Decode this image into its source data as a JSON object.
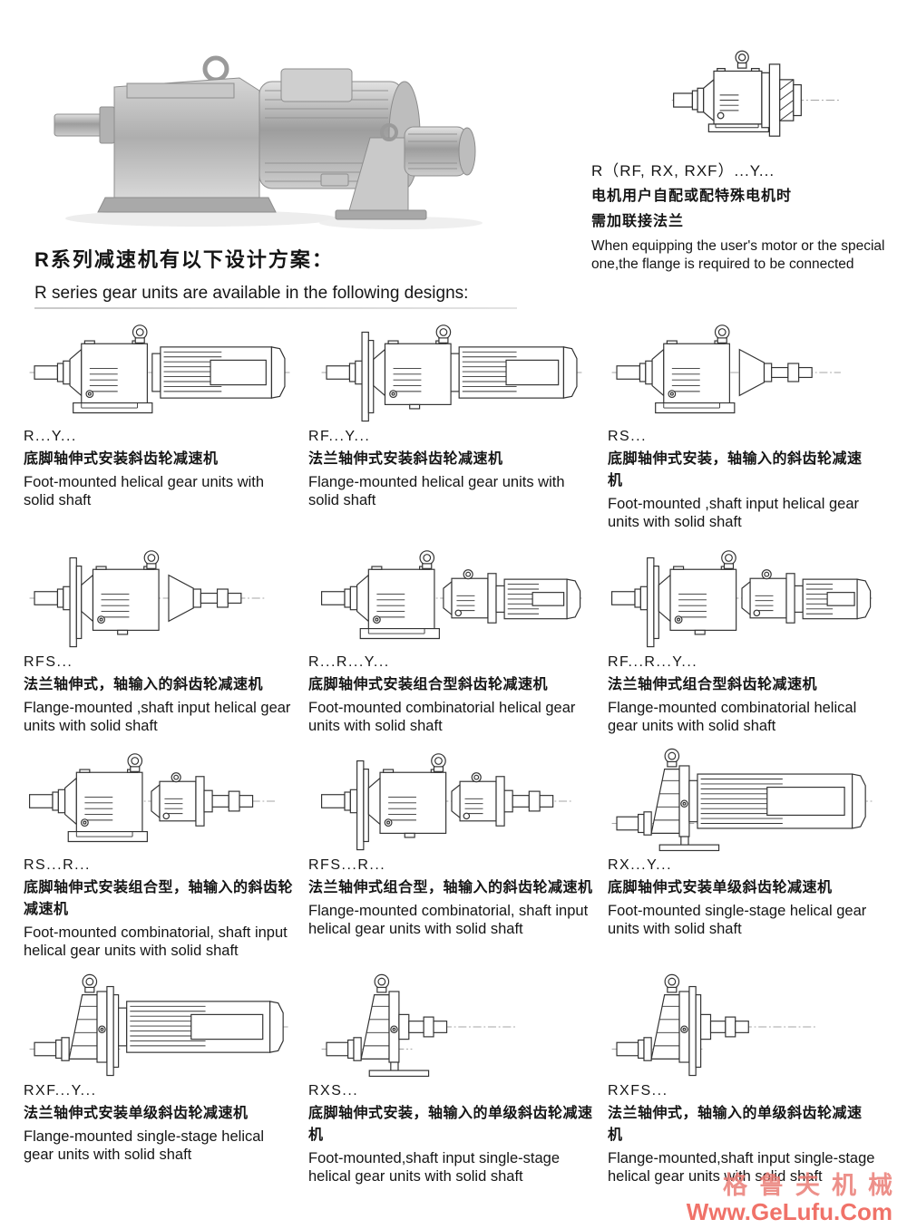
{
  "photo": {
    "alt": "R series gear unit product photo"
  },
  "intro": {
    "drawing": "r-hatch",
    "code": "R（RF, RX, RXF）...Y...",
    "zh_line1": "电机用户自配或配特殊电机时",
    "zh_line2": "需加联接法兰",
    "en": "When equipping the user's motor or the special one,the flange is required to be connected"
  },
  "heading": {
    "zh": "R系列减速机有以下设计方案：",
    "en": "R series gear units are available in the following designs:"
  },
  "designs": [
    {
      "code": "R...Y...",
      "zh": "底脚轴伸式安装斜齿轮减速机",
      "en": "Foot-mounted helical gear units with solid shaft",
      "drawing": "foot-motor"
    },
    {
      "code": "RF...Y...",
      "zh": "法兰轴伸式安装斜齿轮减速机",
      "en": "Flange-mounted helical gear units with solid shaft",
      "drawing": "flange-motor"
    },
    {
      "code": "RS...",
      "zh": "底脚轴伸式安装，轴输入的斜齿轮减速机",
      "en": "Foot-mounted ,shaft input helical gear units with solid shaft",
      "drawing": "foot-shaft"
    },
    {
      "code": "RFS...",
      "zh": "法兰轴伸式，轴输入的斜齿轮减速机",
      "en": "Flange-mounted ,shaft input helical gear units with solid shaft",
      "drawing": "flange-shaft"
    },
    {
      "code": "R...R...Y...",
      "zh": "底脚轴伸式安装组合型斜齿轮减速机",
      "en": "Foot-mounted combinatorial helical gear units with solid shaft",
      "drawing": "foot-combi-motor"
    },
    {
      "code": "RF...R...Y...",
      "zh": "法兰轴伸式组合型斜齿轮减速机",
      "en": "Flange-mounted combinatorial helical gear units with solid shaft",
      "drawing": "flange-combi-motor"
    },
    {
      "code": "RS...R...",
      "zh": "底脚轴伸式安装组合型，轴输入的斜齿轮减速机",
      "en": "Foot-mounted combinatorial, shaft input helical gear units with solid shaft",
      "drawing": "foot-combi-shaft"
    },
    {
      "code": "RFS...R...",
      "zh": "法兰轴伸式组合型，轴输入的斜齿轮减速机",
      "en": "Flange-mounted combinatorial, shaft input helical gear units with solid shaft",
      "drawing": "flange-combi-shaft"
    },
    {
      "code": "RX...Y...",
      "zh": "底脚轴伸式安装单级斜齿轮减速机",
      "en": "Foot-mounted single-stage helical gear units with solid shaft",
      "drawing": "rx-foot-motor"
    },
    {
      "code": "RXF...Y...",
      "zh": "法兰轴伸式安装单级斜齿轮减速机",
      "en": "Flange-mounted single-stage helical gear units with solid shaft",
      "drawing": "rx-flange-motor"
    },
    {
      "code": "RXS...",
      "zh": "底脚轴伸式安装，轴输入的单级斜齿轮减速机",
      "en": "Foot-mounted,shaft input single-stage  helical gear units with solid shaft",
      "drawing": "rx-foot-shaft"
    },
    {
      "code": "RXFS...",
      "zh": "法兰轴伸式，轴输入的单级斜齿轮减速机",
      "en": "Flange-mounted,shaft input single-stage  helical gear units with solid shaft",
      "drawing": "rx-flange-shaft"
    }
  ],
  "watermark": {
    "line1": "格鲁夫机械",
    "line2": "Www.GeLufu.Com"
  }
}
